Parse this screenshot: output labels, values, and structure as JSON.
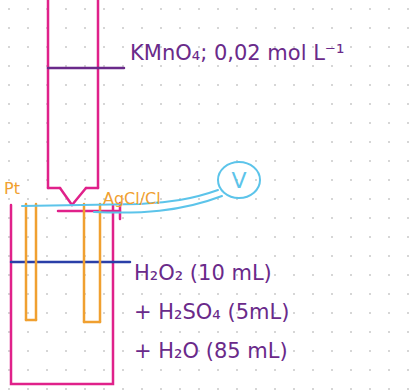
{
  "diagram": {
    "nodes": [
      {
        "text": [
          "V"
        ]
      }
    ],
    "labels": [
      "KMnO₄; 0,02 mol L⁻¹",
      "Pt",
      "AgCl/Cl",
      "H₂O₂ (10 mL)",
      "+ H₂SO₄ (5mL)",
      "+ H₂O (85 mL)"
    ]
  }
}
